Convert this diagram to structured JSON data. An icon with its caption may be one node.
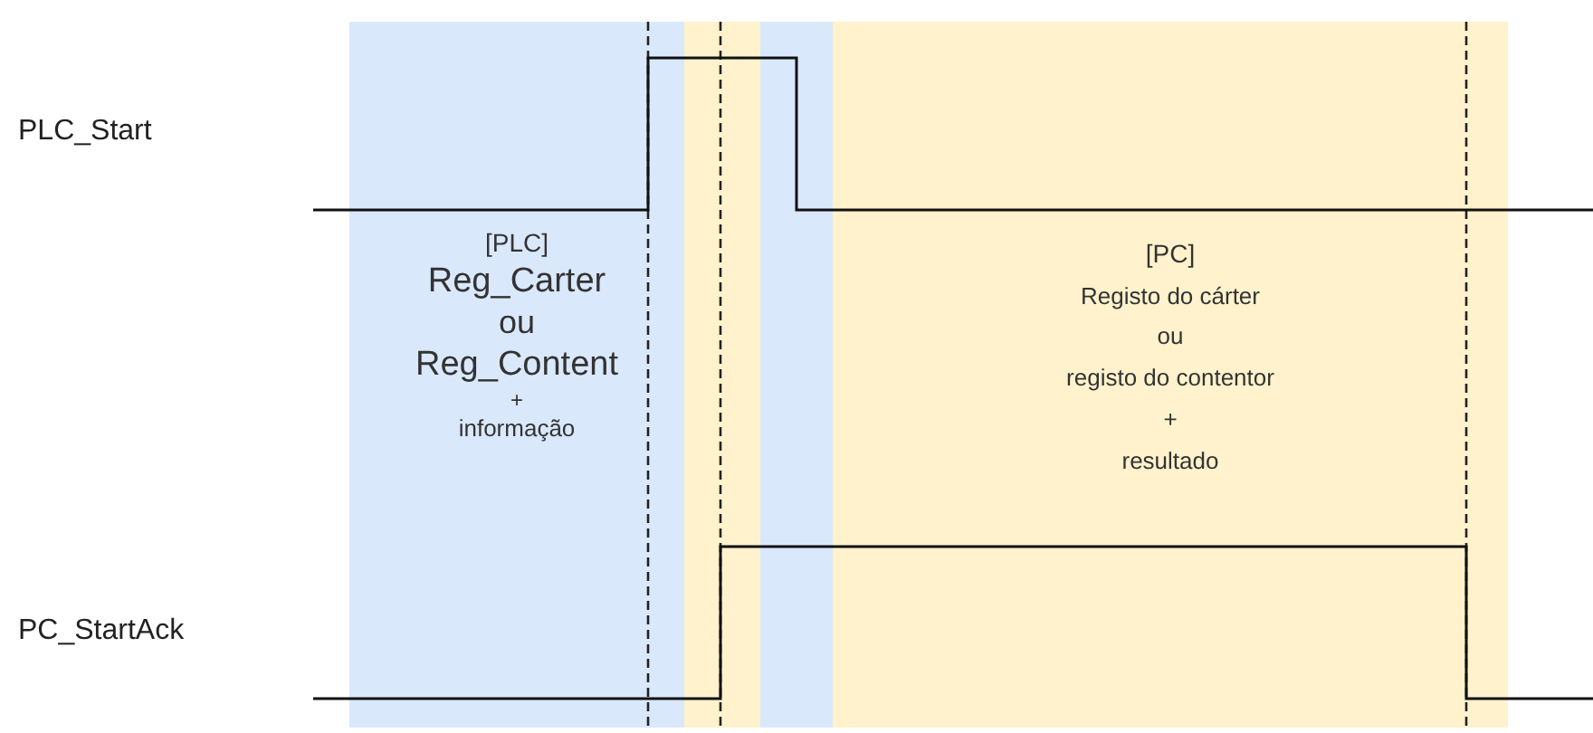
{
  "diagram": {
    "nodes": [
      {
        "text": [
          "[PLC]",
          "Reg_Carter",
          "ou",
          "Reg_Content",
          "+",
          "informação"
        ]
      },
      {
        "text": [],
        "shape": "box"
      },
      {
        "text": [],
        "shape": "box"
      },
      {
        "text": [
          "[PC]",
          "Registo do cárter",
          "ou",
          "registo do contentor",
          "+",
          "resultado"
        ]
      }
    ],
    "labels": [
      "PLC_Start",
      "PC_StartAck"
    ]
  }
}
